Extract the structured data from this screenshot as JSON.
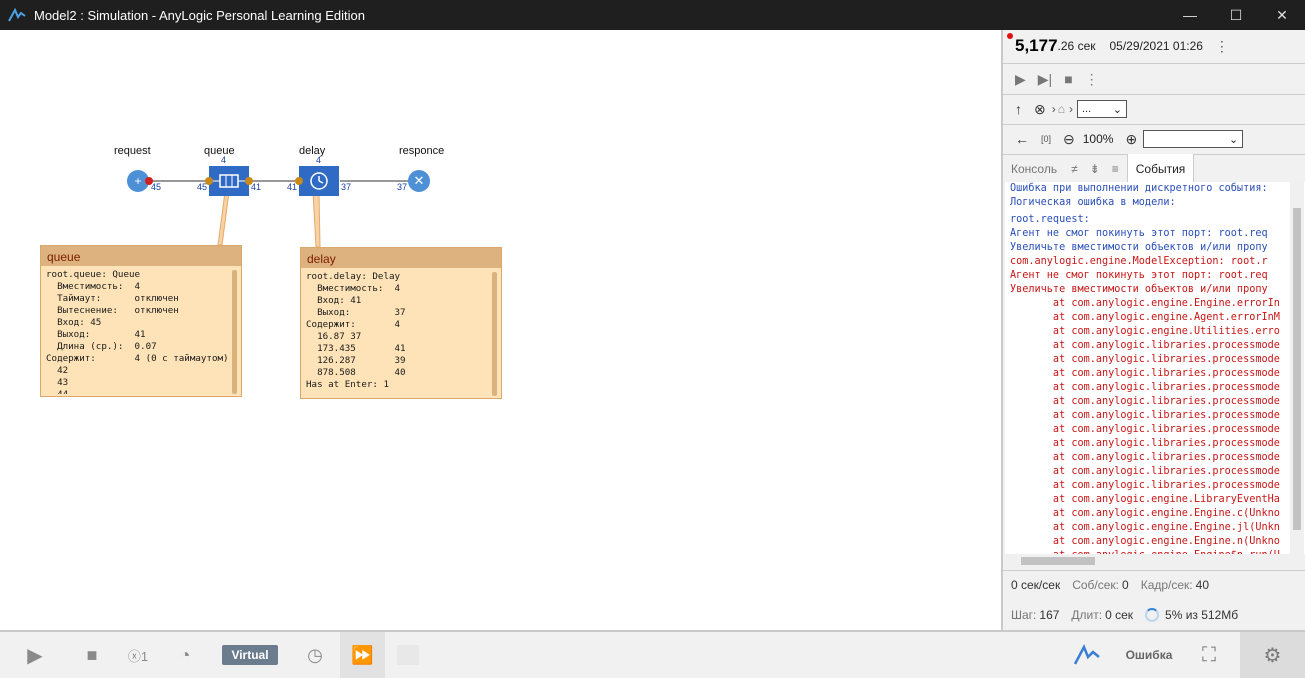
{
  "window": {
    "title": "Model2 : Simulation - AnyLogic Personal Learning Edition",
    "minimize": "—",
    "maximize": "☐",
    "close": "✕"
  },
  "model": {
    "blocks": [
      {
        "id": "request",
        "label": "request"
      },
      {
        "id": "queue",
        "label": "queue",
        "top_count": "4",
        "in_count": "45",
        "out_count": "41"
      },
      {
        "id": "delay",
        "label": "delay",
        "top_count": "4",
        "in_count": "41",
        "out_count": "37"
      },
      {
        "id": "responce",
        "label": "responce",
        "in_count": "37"
      }
    ],
    "request_out": "45",
    "queue_callout": {
      "title": "queue",
      "text": "root.queue: Queue\n  Вместимость:  4\n  Таймаут:      отключен\n  Вытеснение:   отключен\n  Вход: 45\n  Выход:        41\n  Длина (ср.):  0.07\nСодержит:       4 (0 с таймаутом)\n  42\n  43\n  44"
    },
    "delay_callout": {
      "title": "delay",
      "text": "root.delay: Delay\n  Вместимость:  4\n  Вход: 41\n  Выход:        37\nСодержит:       4\n  16.87 37\n  173.435       41\n  126.287       39\n  878.508       40\nHas at Enter: 1"
    }
  },
  "panel": {
    "time_int": "5,177",
    "time_frac": ".26 сек",
    "date": "05/29/2021 01:26",
    "nav_select": "...",
    "zoom": "100%",
    "zoom_select": "",
    "tabs": [
      "Консоль",
      "События"
    ],
    "console_lines": [
      {
        "c": "blue",
        "t": "Ошибка при выполнении дискретного события:"
      },
      {
        "c": "blue",
        "t": "Логическая ошибка в модели:"
      },
      {
        "c": "blue",
        "t": "root.request:"
      },
      {
        "c": "blue",
        "t": "Агент не смог покинуть этот порт: root.req"
      },
      {
        "c": "blue",
        "t": "Увеличьте вместимости объектов и/или пропу"
      },
      {
        "c": "red",
        "t": "com.anylogic.engine.ModelException: root.r"
      },
      {
        "c": "red",
        "t": "Агент не смог покинуть этот порт: root.req"
      },
      {
        "c": "red",
        "t": "Увеличьте вместимости объектов и/или пропу"
      },
      {
        "c": "red",
        "t": "       at com.anylogic.engine.Engine.errorIn"
      },
      {
        "c": "red",
        "t": "       at com.anylogic.engine.Agent.errorInM"
      },
      {
        "c": "red",
        "t": "       at com.anylogic.engine.Utilities.erro"
      },
      {
        "c": "red",
        "t": "       at com.anylogic.libraries.processmode"
      },
      {
        "c": "red",
        "t": "       at com.anylogic.libraries.processmode"
      },
      {
        "c": "red",
        "t": "       at com.anylogic.libraries.processmode"
      },
      {
        "c": "red",
        "t": "       at com.anylogic.libraries.processmode"
      },
      {
        "c": "red",
        "t": "       at com.anylogic.libraries.processmode"
      },
      {
        "c": "red",
        "t": "       at com.anylogic.libraries.processmode"
      },
      {
        "c": "red",
        "t": "       at com.anylogic.libraries.processmode"
      },
      {
        "c": "red",
        "t": "       at com.anylogic.libraries.processmode"
      },
      {
        "c": "red",
        "t": "       at com.anylogic.libraries.processmode"
      },
      {
        "c": "red",
        "t": "       at com.anylogic.libraries.processmode"
      },
      {
        "c": "red",
        "t": "       at com.anylogic.libraries.processmode"
      },
      {
        "c": "red",
        "t": "       at com.anylogic.engine.LibraryEventHa"
      },
      {
        "c": "red",
        "t": "       at com.anylogic.engine.Engine.c(Unkno"
      },
      {
        "c": "red",
        "t": "       at com.anylogic.engine.Engine.jl(Unkn"
      },
      {
        "c": "red",
        "t": "       at com.anylogic.engine.Engine.n(Unkno"
      },
      {
        "c": "red",
        "t": "       at com.anylogic.engine.Engine$n.run(U"
      }
    ],
    "stats": {
      "sec_per_sec": "0 сек/сек",
      "events_label": "Соб/сек:",
      "events_value": "0",
      "frames_label": "Кадр/сек:",
      "frames_value": "40",
      "step_label": "Шаг:",
      "step_value": "167",
      "duration_label": "Длит:",
      "duration_value": "0 сек",
      "memory": "5% из 512Мб"
    }
  },
  "bottom": {
    "virtual_label": "Virtual",
    "error_label": "Ошибка"
  }
}
